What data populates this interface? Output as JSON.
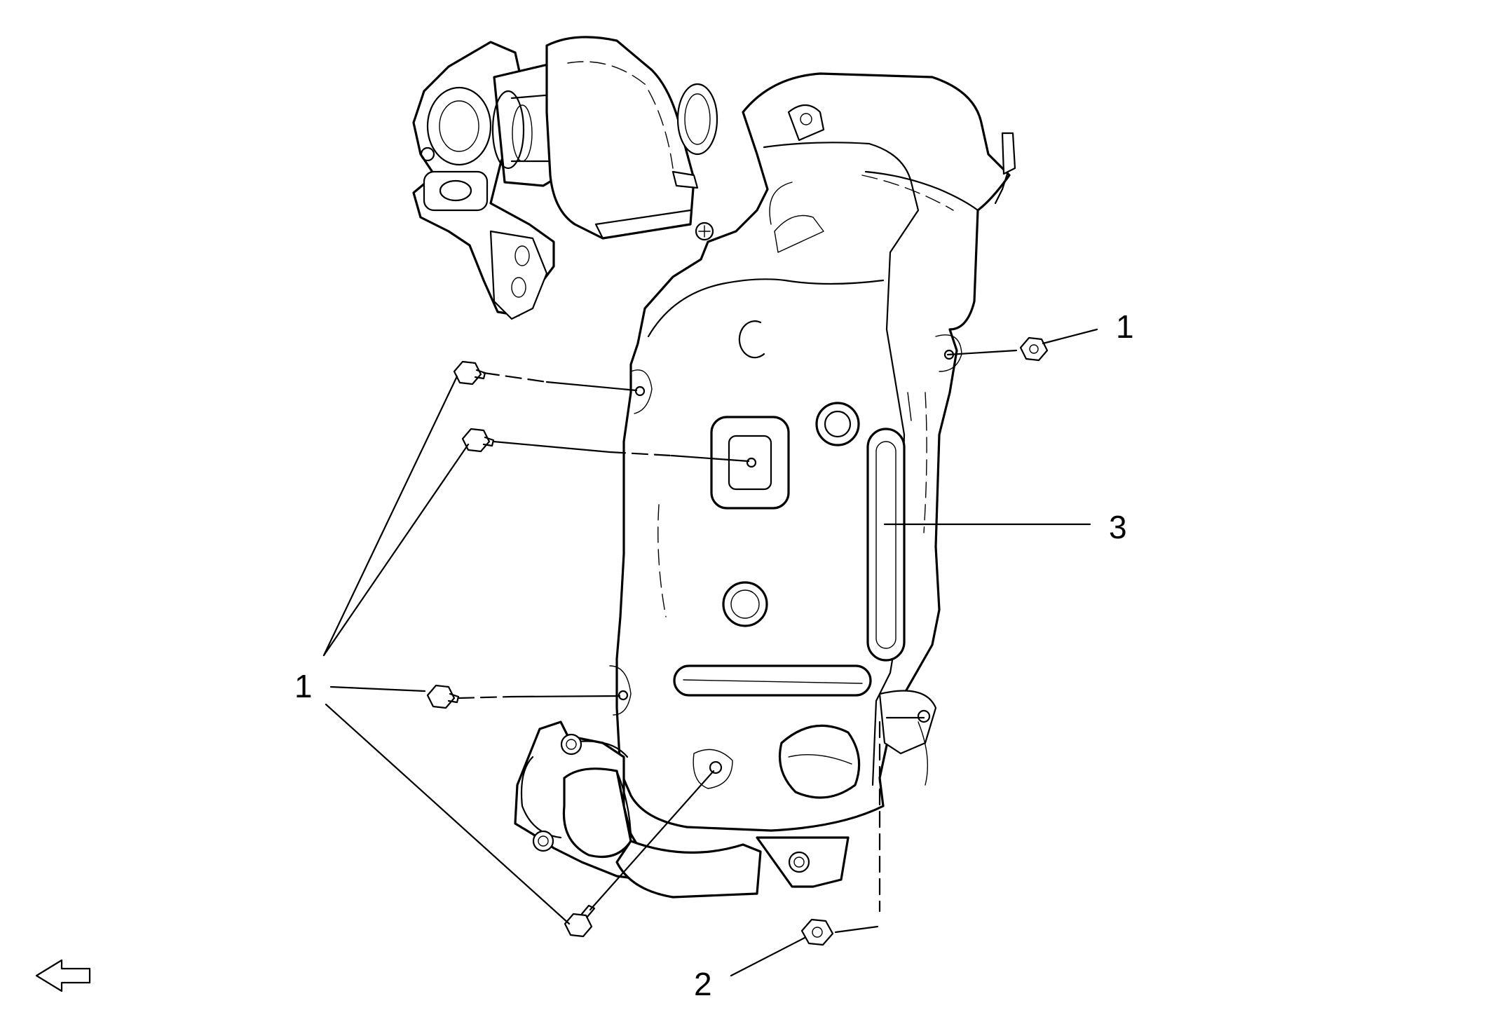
{
  "callouts": {
    "fastener_right": "1",
    "fastener_left_group": "1",
    "nut": "2",
    "heat_shield": "3"
  },
  "icons": {
    "direction_arrow": "arrow-left-icon"
  },
  "colors": {
    "line": "#000000",
    "background": "#ffffff"
  }
}
